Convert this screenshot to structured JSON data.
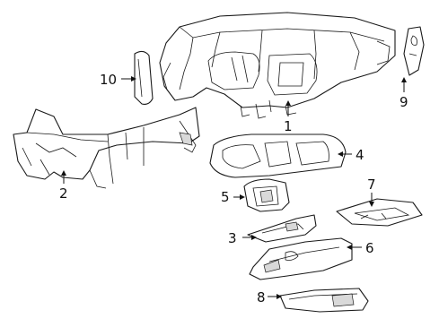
{
  "callouts": [
    {
      "id": "1",
      "text": "1"
    },
    {
      "id": "2",
      "text": "2"
    },
    {
      "id": "3",
      "text": "3"
    },
    {
      "id": "4",
      "text": "4"
    },
    {
      "id": "5",
      "text": "5"
    },
    {
      "id": "6",
      "text": "6"
    },
    {
      "id": "7",
      "text": "7"
    },
    {
      "id": "8",
      "text": "8"
    },
    {
      "id": "9",
      "text": "9"
    },
    {
      "id": "10",
      "text": "10"
    }
  ],
  "colors": {
    "line": "#1a1a1a",
    "fill": "#ffffff",
    "shade": "#d9d9d9"
  }
}
